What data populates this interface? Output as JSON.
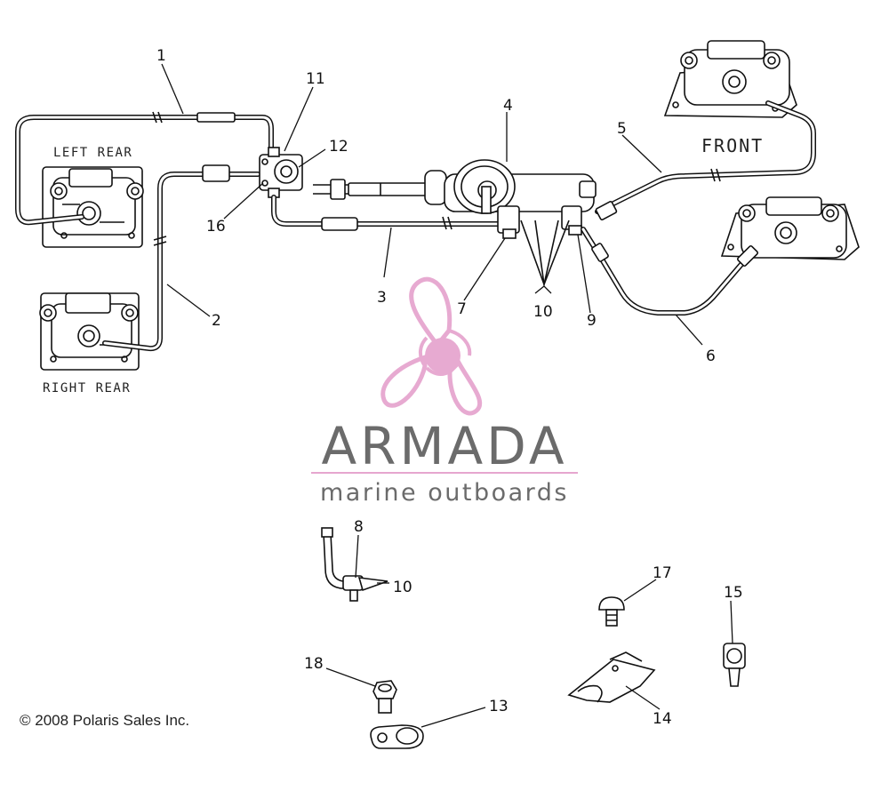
{
  "callouts": {
    "c1": "1",
    "c2": "2",
    "c3": "3",
    "c4": "4",
    "c5": "5",
    "c6": "6",
    "c7": "7",
    "c8": "8",
    "c9": "9",
    "c10a": "10",
    "c10b": "10",
    "c11": "11",
    "c12": "12",
    "c13": "13",
    "c14": "14",
    "c15": "15",
    "c16": "16",
    "c17": "17",
    "c18": "18"
  },
  "labels": {
    "left_rear": "LEFT REAR",
    "right_rear": "RIGHT REAR",
    "front": "FRONT"
  },
  "watermark": {
    "brand": "ARMADA",
    "tagline": "marine outboards",
    "accent_color": "#e6a6cf",
    "brand_color": "#6b6b6b"
  },
  "copyright": "© 2008 Polaris Sales Inc."
}
